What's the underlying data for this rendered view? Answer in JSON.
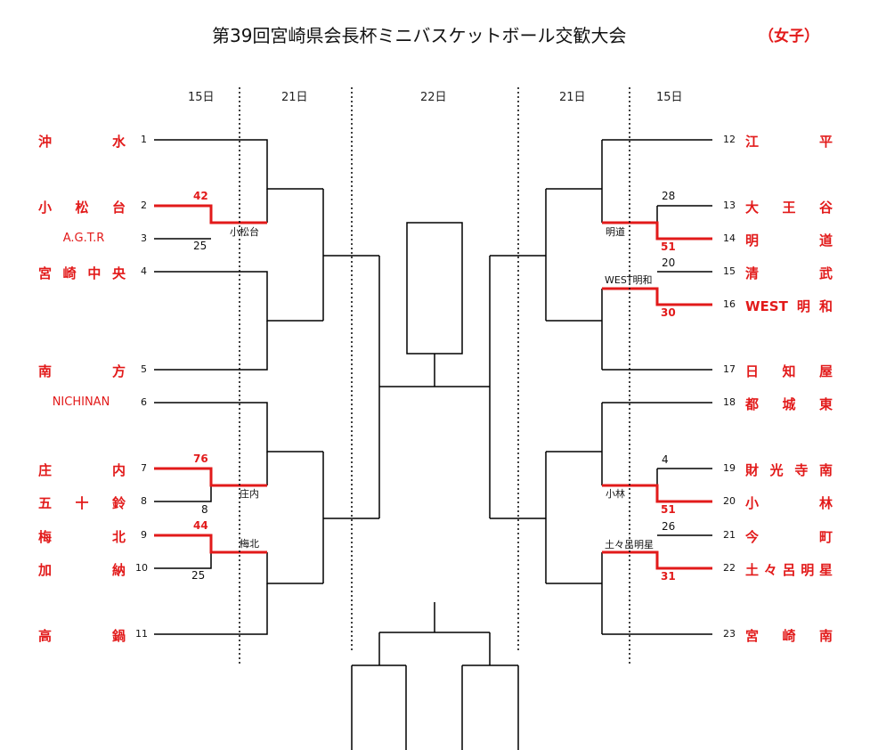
{
  "title": "第39回宮崎県会長杯ミニバスケットボール交歓大会",
  "category": "（女子）",
  "days": {
    "left_15": "15日",
    "left_21": "21日",
    "center_22": "22日",
    "right_21": "21日",
    "right_15": "15日"
  },
  "left_teams": [
    {
      "name": "沖　水",
      "seed": "1"
    },
    {
      "name": "小松台",
      "seed": "2"
    },
    {
      "name": "A.G.T.R",
      "seed": "3"
    },
    {
      "name": "宮崎中央",
      "seed": "4"
    },
    {
      "name": "南　方",
      "seed": "5"
    },
    {
      "name": "NICHINAN",
      "seed": "6"
    },
    {
      "name": "庄　内",
      "seed": "7"
    },
    {
      "name": "五十鈴",
      "seed": "8"
    },
    {
      "name": "梅　北",
      "seed": "9"
    },
    {
      "name": "加　納",
      "seed": "10"
    },
    {
      "name": "高　鍋",
      "seed": "11"
    }
  ],
  "right_teams": [
    {
      "name": "江　平",
      "seed": "12"
    },
    {
      "name": "大王谷",
      "seed": "13"
    },
    {
      "name": "明　道",
      "seed": "14"
    },
    {
      "name": "清　武",
      "seed": "15"
    },
    {
      "name": "WEST明和",
      "seed": "16"
    },
    {
      "name": "日知屋",
      "seed": "17"
    },
    {
      "name": "都城東",
      "seed": "18"
    },
    {
      "name": "財光寺南",
      "seed": "19"
    },
    {
      "name": "小　林",
      "seed": "20"
    },
    {
      "name": "今　町",
      "seed": "21"
    },
    {
      "name": "土々呂明星",
      "seed": "22"
    },
    {
      "name": "宮崎南",
      "seed": "23"
    }
  ],
  "scores": {
    "g1_win": "42",
    "g1_lose": "25",
    "g1_winner": "小松台",
    "g2_win": "76",
    "g2_lose": "8",
    "g2_winner": "庄内",
    "g3_win": "44",
    "g3_lose": "25",
    "g3_winner": "梅北",
    "g4_lose": "28",
    "g4_win": "51",
    "g4_winner": "明道",
    "g5_lose": "20",
    "g5_win": "30",
    "g5_winner": "WEST明和",
    "g6_lose": "4",
    "g6_win": "51",
    "g6_winner": "小林",
    "g7_lose": "26",
    "g7_win": "31",
    "g7_winner": "土々呂明星"
  },
  "colors": {
    "winner_line": "#e21a1a",
    "line": "#000000",
    "team_text": "#e21a1a"
  }
}
